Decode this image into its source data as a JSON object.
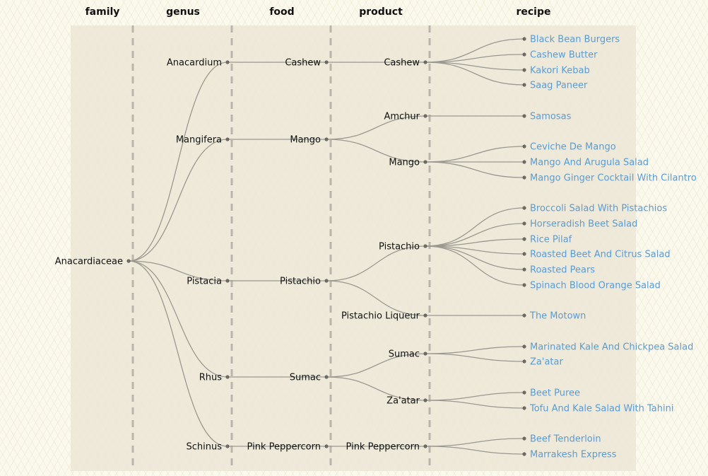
{
  "columns": [
    "family",
    "genus",
    "food",
    "product",
    "recipe"
  ],
  "nodes": [
    {
      "id": "f0",
      "col": 0,
      "label": "Anacardiaceae"
    },
    {
      "id": "g0",
      "col": 1,
      "label": "Anacardium",
      "parent": "f0"
    },
    {
      "id": "g1",
      "col": 1,
      "label": "Mangifera",
      "parent": "f0"
    },
    {
      "id": "g2",
      "col": 1,
      "label": "Pistacia",
      "parent": "f0"
    },
    {
      "id": "g3",
      "col": 1,
      "label": "Rhus",
      "parent": "f0"
    },
    {
      "id": "g4",
      "col": 1,
      "label": "Schinus",
      "parent": "f0"
    },
    {
      "id": "fd0",
      "col": 2,
      "label": "Cashew",
      "parent": "g0"
    },
    {
      "id": "fd1",
      "col": 2,
      "label": "Mango",
      "parent": "g1"
    },
    {
      "id": "fd2",
      "col": 2,
      "label": "Pistachio",
      "parent": "g2"
    },
    {
      "id": "fd3",
      "col": 2,
      "label": "Sumac",
      "parent": "g3"
    },
    {
      "id": "fd4",
      "col": 2,
      "label": "Pink Peppercorn",
      "parent": "g4"
    },
    {
      "id": "p0",
      "col": 3,
      "label": "Cashew",
      "parent": "fd0"
    },
    {
      "id": "p1",
      "col": 3,
      "label": "Amchur",
      "parent": "fd1"
    },
    {
      "id": "p2",
      "col": 3,
      "label": "Mango",
      "parent": "fd1"
    },
    {
      "id": "p3",
      "col": 3,
      "label": "Pistachio",
      "parent": "fd2"
    },
    {
      "id": "p4",
      "col": 3,
      "label": "Pistachio Liqueur",
      "parent": "fd2"
    },
    {
      "id": "p5",
      "col": 3,
      "label": "Sumac",
      "parent": "fd3"
    },
    {
      "id": "p6",
      "col": 3,
      "label": "Za'atar",
      "parent": "fd3"
    },
    {
      "id": "p7",
      "col": 3,
      "label": "Pink Peppercorn",
      "parent": "fd4"
    },
    {
      "id": "r0",
      "col": 4,
      "label": "Black Bean Burgers",
      "parent": "p0"
    },
    {
      "id": "r1",
      "col": 4,
      "label": "Cashew Butter",
      "parent": "p0"
    },
    {
      "id": "r2",
      "col": 4,
      "label": "Kakori Kebab",
      "parent": "p0"
    },
    {
      "id": "r3",
      "col": 4,
      "label": "Saag Paneer",
      "parent": "p0"
    },
    {
      "id": "r4",
      "col": 4,
      "label": "Samosas",
      "parent": "p1"
    },
    {
      "id": "r5",
      "col": 4,
      "label": "Ceviche De Mango",
      "parent": "p2"
    },
    {
      "id": "r6",
      "col": 4,
      "label": "Mango And Arugula Salad",
      "parent": "p2"
    },
    {
      "id": "r7",
      "col": 4,
      "label": "Mango Ginger Cocktail With Cilantro",
      "parent": "p2"
    },
    {
      "id": "r8",
      "col": 4,
      "label": "Broccoli Salad With Pistachios",
      "parent": "p3"
    },
    {
      "id": "r9",
      "col": 4,
      "label": "Horseradish Beet Salad",
      "parent": "p3"
    },
    {
      "id": "r10",
      "col": 4,
      "label": "Rice Pilaf",
      "parent": "p3"
    },
    {
      "id": "r11",
      "col": 4,
      "label": "Roasted Beet And Citrus Salad",
      "parent": "p3"
    },
    {
      "id": "r12",
      "col": 4,
      "label": "Roasted Pears",
      "parent": "p3"
    },
    {
      "id": "r13",
      "col": 4,
      "label": "Spinach Blood Orange Salad",
      "parent": "p3"
    },
    {
      "id": "r14",
      "col": 4,
      "label": "The Motown",
      "parent": "p4"
    },
    {
      "id": "r15",
      "col": 4,
      "label": "Marinated Kale And Chickpea Salad",
      "parent": "p5"
    },
    {
      "id": "r16",
      "col": 4,
      "label": "Za'atar",
      "parent": "p5"
    },
    {
      "id": "r17",
      "col": 4,
      "label": "Beet Puree",
      "parent": "p6"
    },
    {
      "id": "r18",
      "col": 4,
      "label": "Tofu And Kale Salad With Tahini",
      "parent": "p6"
    },
    {
      "id": "r19",
      "col": 4,
      "label": "Beef Tenderloin",
      "parent": "p7"
    },
    {
      "id": "r20",
      "col": 4,
      "label": "Marrakesh Express",
      "parent": "p7"
    }
  ],
  "colors": {
    "link": "#9b9890",
    "dot": "#6d6a64",
    "recipe": "#5b9bd5",
    "panel": "#ebe6d6",
    "divider": "#b9b5aa"
  }
}
